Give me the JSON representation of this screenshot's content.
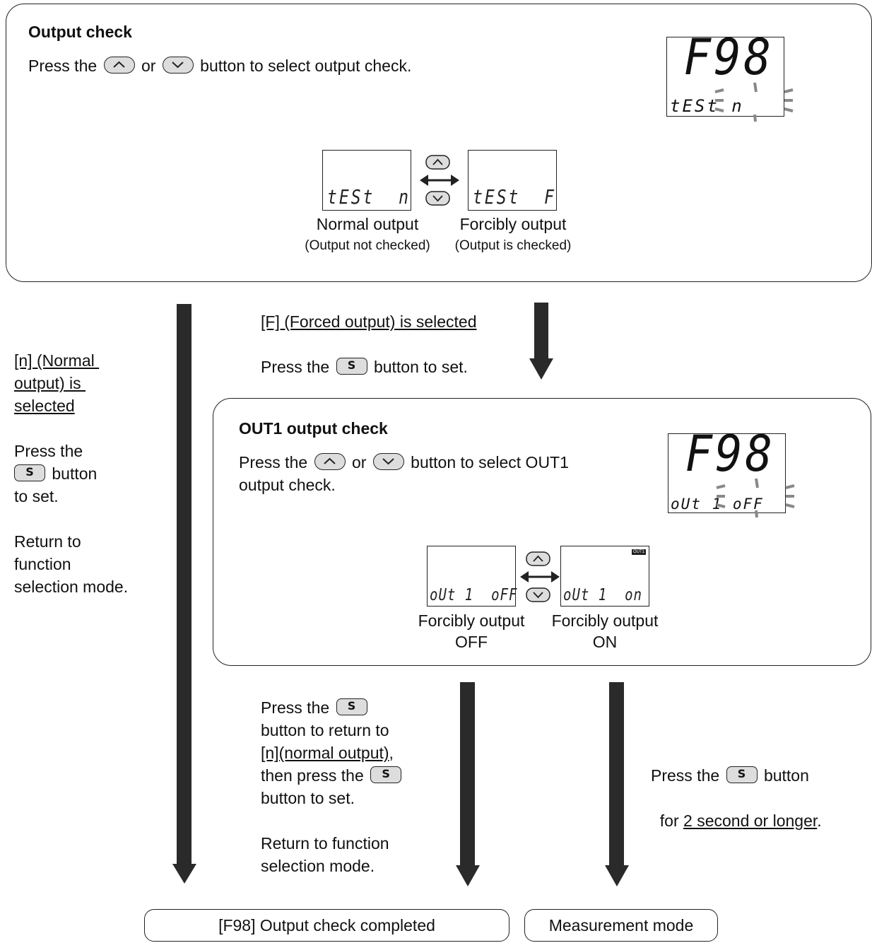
{
  "panel1": {
    "title": "Output check",
    "instr_before": "Press the",
    "instr_or": "or",
    "instr_after": "button to select output check.",
    "big_display": {
      "top": "F98",
      "bottom": "tESt n"
    },
    "normal": {
      "lcd": "tESt  n",
      "label": "Normal output",
      "sub": "(Output not checked)"
    },
    "forced": {
      "lcd": "tESt  F",
      "label": "Forcibly output",
      "sub": "(Output is checked)"
    }
  },
  "forced_path": {
    "selected": "[F] (Forced output) is selected",
    "press_before": "Press the",
    "press_after": "button to set."
  },
  "left_path": {
    "sel1": "[n] (Normal ",
    "sel2": "output) is ",
    "sel3": "selected",
    "press1": "Press the",
    "press2": "button",
    "press3": "to set.",
    "ret1": "Return to",
    "ret2": "function",
    "ret3": "selection mode."
  },
  "panel2": {
    "title": "OUT1 output check",
    "instr_before": "Press the",
    "instr_or": "or",
    "instr_after": "button to select OUT1",
    "instr_line2": "output check.",
    "big_display": {
      "top": "F98",
      "bottom": "oUt 1 oFF"
    },
    "off": {
      "lcd": "oUt 1  oFF",
      "label1": "Forcibly output",
      "label2": "OFF"
    },
    "on": {
      "lcd": "oUt 1  on",
      "label1": "Forcibly output",
      "label2": "ON",
      "indicator": "OUT1"
    }
  },
  "mid_path": {
    "l1": "Press the",
    "l2": "button to return to",
    "l3": "[n](normal output)",
    "l3b": ",",
    "l4": "then press the",
    "l5": "button to set.",
    "r1": "Return to function",
    "r2": "selection mode."
  },
  "right_path": {
    "l1a": "Press the",
    "l1b": "button",
    "l2a": "for ",
    "l2b": "2 second or longer",
    "l2c": "."
  },
  "end_boxes": {
    "completed": "[F98] Output check completed",
    "measurement": "Measurement mode"
  },
  "button_glyph": "S",
  "icons": {
    "up": "chevron-up-icon",
    "down": "chevron-down-icon",
    "set": "set-button-icon"
  }
}
